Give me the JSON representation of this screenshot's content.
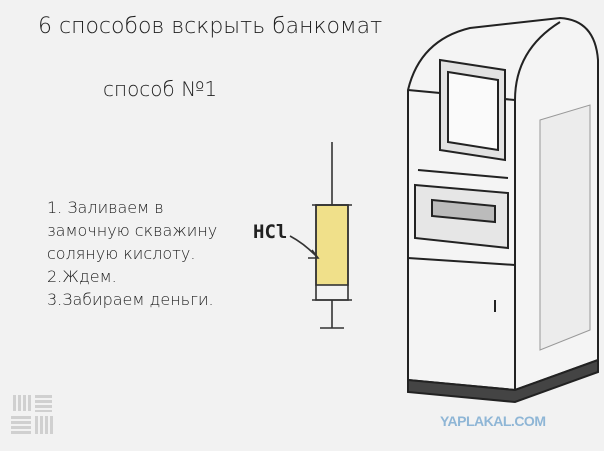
{
  "title": "6 способов вскрыть банкомат",
  "method": "способ №1",
  "steps": [
    "1. Заливаем в",
    "замочную скважину",
    "соляную кислоту.",
    "2.Ждем.",
    "3.Забираем деньги."
  ],
  "syringe_label": "HCl",
  "watermark": "YAPLAKAL.COM",
  "colors": {
    "liquid": "#f0e08a",
    "watermark": "#8fb6d6"
  }
}
